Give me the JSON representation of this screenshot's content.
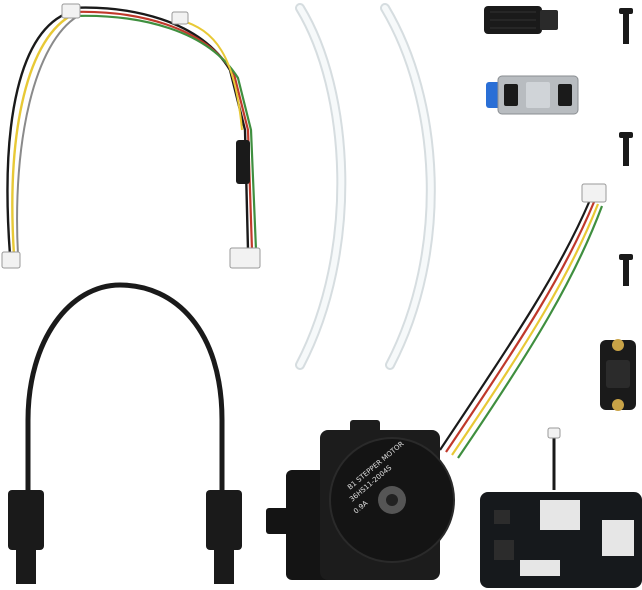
{
  "colors": {
    "background": "#ffffff",
    "cable_black": "#1a1a1a",
    "wire_red": "#c0392b",
    "wire_yellow": "#e8c936",
    "wire_green": "#3f8f3f",
    "wire_gray": "#8a8a8a",
    "tube": "#eef2f4",
    "connector_white": "#f2f2f2",
    "pcb": "#16191c",
    "coupler_blue": "#2a6fd6",
    "coupler_silver": "#b8bcc0",
    "motor_black": "#141414"
  },
  "items": [
    "wire-harness-icon",
    "ptfe-tube-icon",
    "rubber-plug-icon",
    "pneumatic-coupler-icon",
    "screw-icon",
    "sensor-cable-icon",
    "extruder-motor-icon",
    "looped-cable-icon",
    "button-module-icon",
    "control-board-icon"
  ],
  "motor": {
    "label_lines": [
      "B1 STEPPER MOTOR",
      "36HS11-2004S",
      "0.9A"
    ]
  }
}
